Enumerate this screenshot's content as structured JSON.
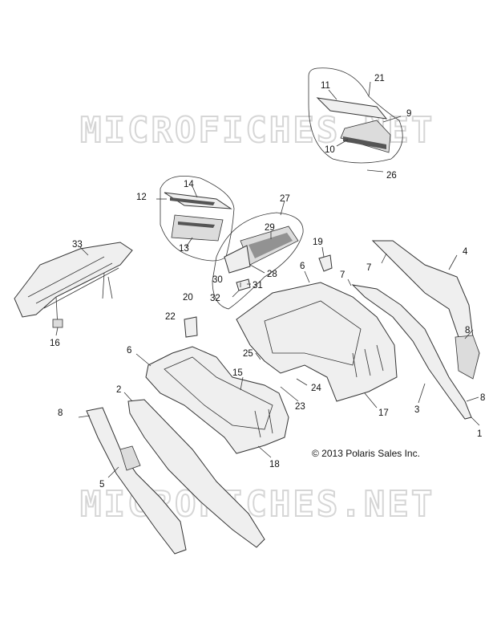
{
  "watermark": {
    "text_top": "MICROFICHES.NET",
    "text_bottom": "MICROFICHES.NET"
  },
  "copyright": "© 2013 Polaris Sales Inc.",
  "callouts": [
    "1",
    "2",
    "3",
    "4",
    "5",
    "6",
    "6",
    "7",
    "7",
    "8",
    "8",
    "8",
    "9",
    "10",
    "11",
    "12",
    "13",
    "14",
    "15",
    "16",
    "17",
    "18",
    "19",
    "20",
    "21",
    "22",
    "23",
    "24",
    "25",
    "26",
    "27",
    "28",
    "29",
    "30",
    "31",
    "32",
    "33"
  ]
}
